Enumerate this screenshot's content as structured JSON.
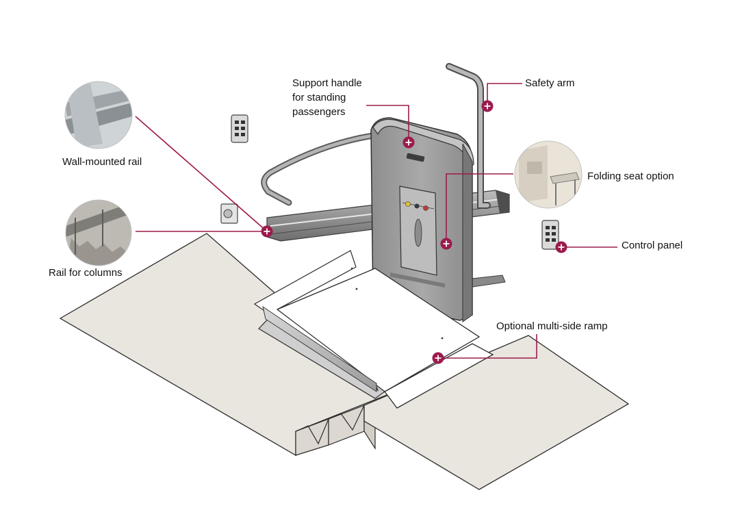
{
  "colors": {
    "accent": "#9b1b4d",
    "floor_fill": "#e9e5df",
    "floor_stroke": "#2b2b2b",
    "metal": "#a8a8a8",
    "metal_dark": "#6f6f6f"
  },
  "callouts": {
    "support_handle": {
      "lines": [
        "Support handle",
        "for standing",
        "passengers"
      ],
      "icon": "plus-circle-icon"
    },
    "safety_arm": {
      "label": "Safety arm",
      "icon": "plus-circle-icon"
    },
    "wall_rail": {
      "label": "Wall-mounted rail",
      "icon": "plus-circle-icon"
    },
    "folding_seat": {
      "label": "Folding seat option",
      "icon": "plus-circle-icon"
    },
    "rail_columns": {
      "label": "Rail for columns",
      "icon": "plus-circle-icon"
    },
    "control_panel": {
      "label": "Control panel",
      "icon": "plus-circle-icon"
    },
    "ramp": {
      "label": "Optional multi-side ramp",
      "icon": "plus-circle-icon"
    }
  },
  "thumbnails": [
    {
      "id": "wall-rail-photo",
      "subject": "wall-mounted rail close-up"
    },
    {
      "id": "rail-columns-photo",
      "subject": "rail on columns along staircase"
    },
    {
      "id": "folding-seat-photo",
      "subject": "folding seat option"
    }
  ]
}
